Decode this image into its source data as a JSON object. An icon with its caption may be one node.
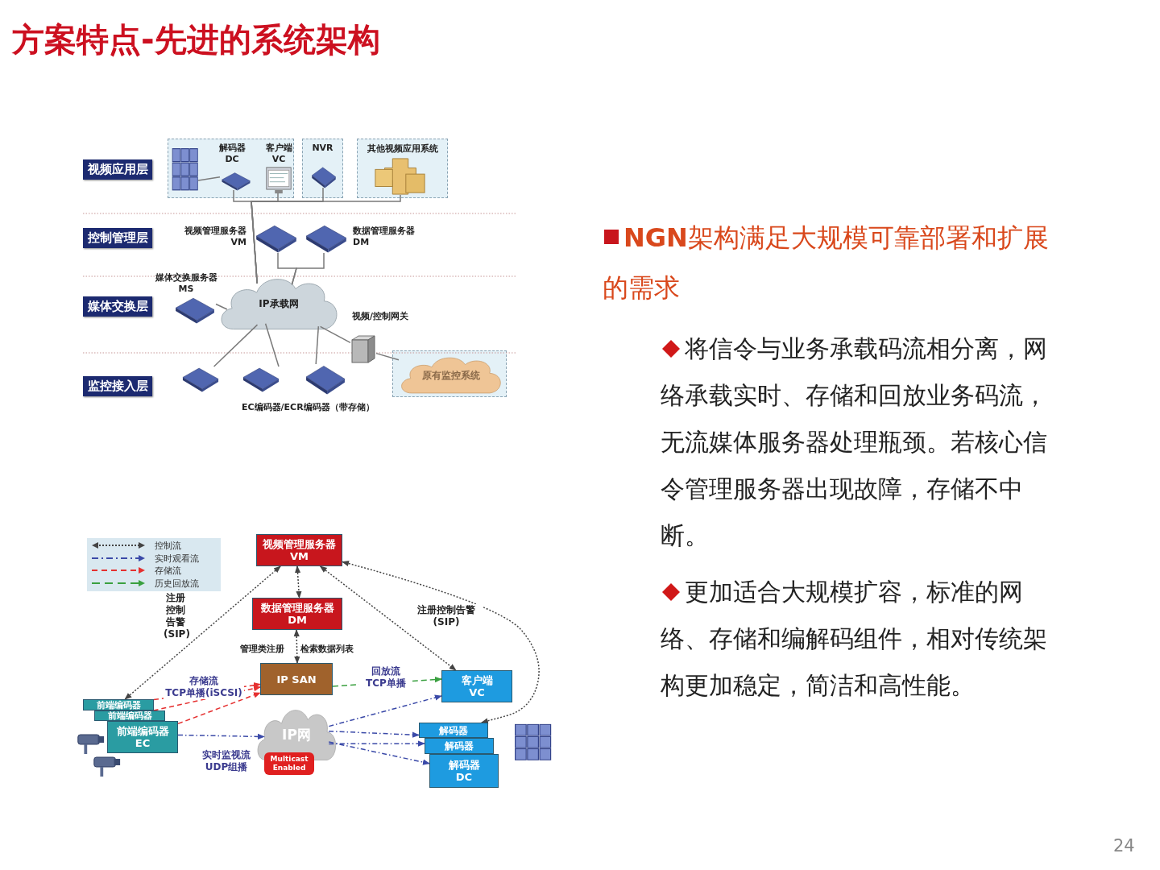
{
  "diagram": {
    "title": "方案特点-先进的系统架构",
    "nodes": [
      {
        "text": [
          "视频应用层"
        ]
      },
      {
        "text": [
          "控制管理层"
        ]
      },
      {
        "text": [
          "媒体交换层"
        ]
      },
      {
        "text": [
          "监控接入层"
        ]
      },
      {
        "text": [],
        "shape": "box"
      },
      {
        "text": [],
        "shape": "picture",
        "in": 4
      },
      {
        "text": [
          "解码器 DC"
        ],
        "in": 4
      },
      {
        "text": [
          "客户端 VC"
        ],
        "in": 4
      },
      {
        "text": [
          "NVR"
        ]
      },
      {
        "text": [],
        "shape": "picture",
        "in": 8
      },
      {
        "text": [
          "其他视频应用系统"
        ]
      },
      {
        "text": [],
        "shape": "picture",
        "in": 10
      },
      {
        "text": [
          "视频管理服务器 VM"
        ]
      },
      {
        "text": [
          "数据管理服务器 DM"
        ]
      },
      {
        "text": [
          "媒体交换服务器 MS"
        ]
      },
      {
        "text": [
          "IP承载网"
        ]
      },
      {
        "text": [
          "视频/控制网关"
        ]
      },
      {
        "text": [],
        "shape": "box"
      },
      {
        "text": [
          "原有监控系统"
        ],
        "in": 17
      },
      {
        "text": [],
        "shape": "picture"
      },
      {
        "text": [],
        "shape": "picture"
      },
      {
        "text": [],
        "shape": "picture"
      },
      {
        "text": [
          "视频管理服务器 VM"
        ]
      },
      {
        "text": [
          "数据管理服务器 DM"
        ]
      },
      {
        "text": [
          "IP SAN"
        ]
      },
      {
        "text": [
          "客户端 VC"
        ]
      },
      {
        "text": [
          "前端编码器"
        ]
      },
      {
        "text": [
          "前端编码器"
        ]
      },
      {
        "text": [
          "前端编码器 EC"
        ]
      },
      {
        "text": [
          "IP网"
        ]
      },
      {
        "text": [
          "Multicast Enabled"
        ]
      },
      {
        "text": [
          "解码器"
        ]
      },
      {
        "text": [
          "解码器"
        ]
      },
      {
        "text": [
          "解码器 DC"
        ]
      }
    ],
    "edges": [
      {
        "from": 5,
        "to": 6,
        "arrow": "none"
      },
      {
        "from": 6,
        "to": 15,
        "arrow": "none"
      },
      {
        "from": 7,
        "to": 15,
        "arrow": "none"
      },
      {
        "from": 9,
        "to": 15,
        "arrow": "none"
      },
      {
        "from": 11,
        "to": 15,
        "arrow": "none"
      },
      {
        "from": 12,
        "to": 15,
        "arrow": "none"
      },
      {
        "from": 13,
        "to": 15,
        "arrow": "none"
      },
      {
        "from": 14,
        "to": 15,
        "arrow": "none"
      },
      {
        "from": 15,
        "to": 19,
        "arrow": "none"
      },
      {
        "from": 15,
        "to": 20,
        "arrow": "none"
      },
      {
        "from": 15,
        "to": 21,
        "arrow": "none"
      },
      {
        "from": 15,
        "to": 16,
        "arrow": "none"
      },
      {
        "from": 16,
        "to": 18,
        "arrow": "none"
      },
      {
        "from": 26,
        "to": 22,
        "arrow": "both",
        "style": "dashed",
        "color": "#444444",
        "label": "注册控制告警 (SIP)"
      },
      {
        "from": 22,
        "to": 23,
        "arrow": "both",
        "style": "dashed",
        "color": "#444444"
      },
      {
        "from": 23,
        "to": 24,
        "arrow": "both",
        "style": "dashed",
        "color": "#444444"
      },
      {
        "from": 22,
        "to": 25,
        "arrow": "both",
        "style": "dashed",
        "color": "#444444"
      },
      {
        "from": 22,
        "to": 31,
        "arrow": "both",
        "style": "dashed",
        "color": "#444444",
        "label": "注册控制告警 (SIP)"
      },
      {
        "from": 26,
        "to": 24,
        "arrow": "to",
        "style": "dashed",
        "color": "#e53030",
        "label": "存储流 TCP单播(iSCSI)"
      },
      {
        "from": 27,
        "to": 24,
        "arrow": "to",
        "style": "dashed",
        "color": "#e53030"
      },
      {
        "from": 28,
        "to": 24,
        "arrow": "to",
        "style": "dashed",
        "color": "#e53030"
      },
      {
        "from": 24,
        "to": 25,
        "arrow": "to",
        "style": "dashed",
        "color": "#3aa040",
        "label": "回放流 TCP单播"
      },
      {
        "from": 28,
        "to": 29,
        "arrow": "to",
        "style": "dashed",
        "color": "#3b4aa8",
        "label": "实时监视流 UDP组播"
      },
      {
        "from": 29,
        "to": 25,
        "arrow": "to",
        "style": "dashed",
        "color": "#3b4aa8"
      },
      {
        "from": 29,
        "to": 31,
        "arrow": "to",
        "style": "dashed",
        "color": "#3b4aa8"
      },
      {
        "from": 29,
        "to": 32,
        "arrow": "to",
        "style": "dashed",
        "color": "#3b4aa8"
      },
      {
        "from": 29,
        "to": 33,
        "arrow": "to",
        "style": "dashed",
        "color": "#3b4aa8"
      }
    ],
    "labels": [
      "EC编码器/ECR编码器（带存储）",
      "管理类注册",
      "检索数据列表",
      "**NGN**架构满足大规模可靠部署和扩展的需求",
      "将信令与业务承载码流相分离，网络承载实时、存储和回放业务码流，无流媒体服务器处理瓶颈。若核心信令管理服务器出现故障，存储不中断。",
      "更加适合大规模扩容，标准的网络、存储和编解码组件，相对传统架构更加稳定，简洁和高性能。",
      "24"
    ],
    "legend": [
      {
        "text": "控制流"
      },
      {
        "text": "实时观看流"
      },
      {
        "text": "存储流"
      },
      {
        "text": "历史回放流"
      }
    ]
  }
}
